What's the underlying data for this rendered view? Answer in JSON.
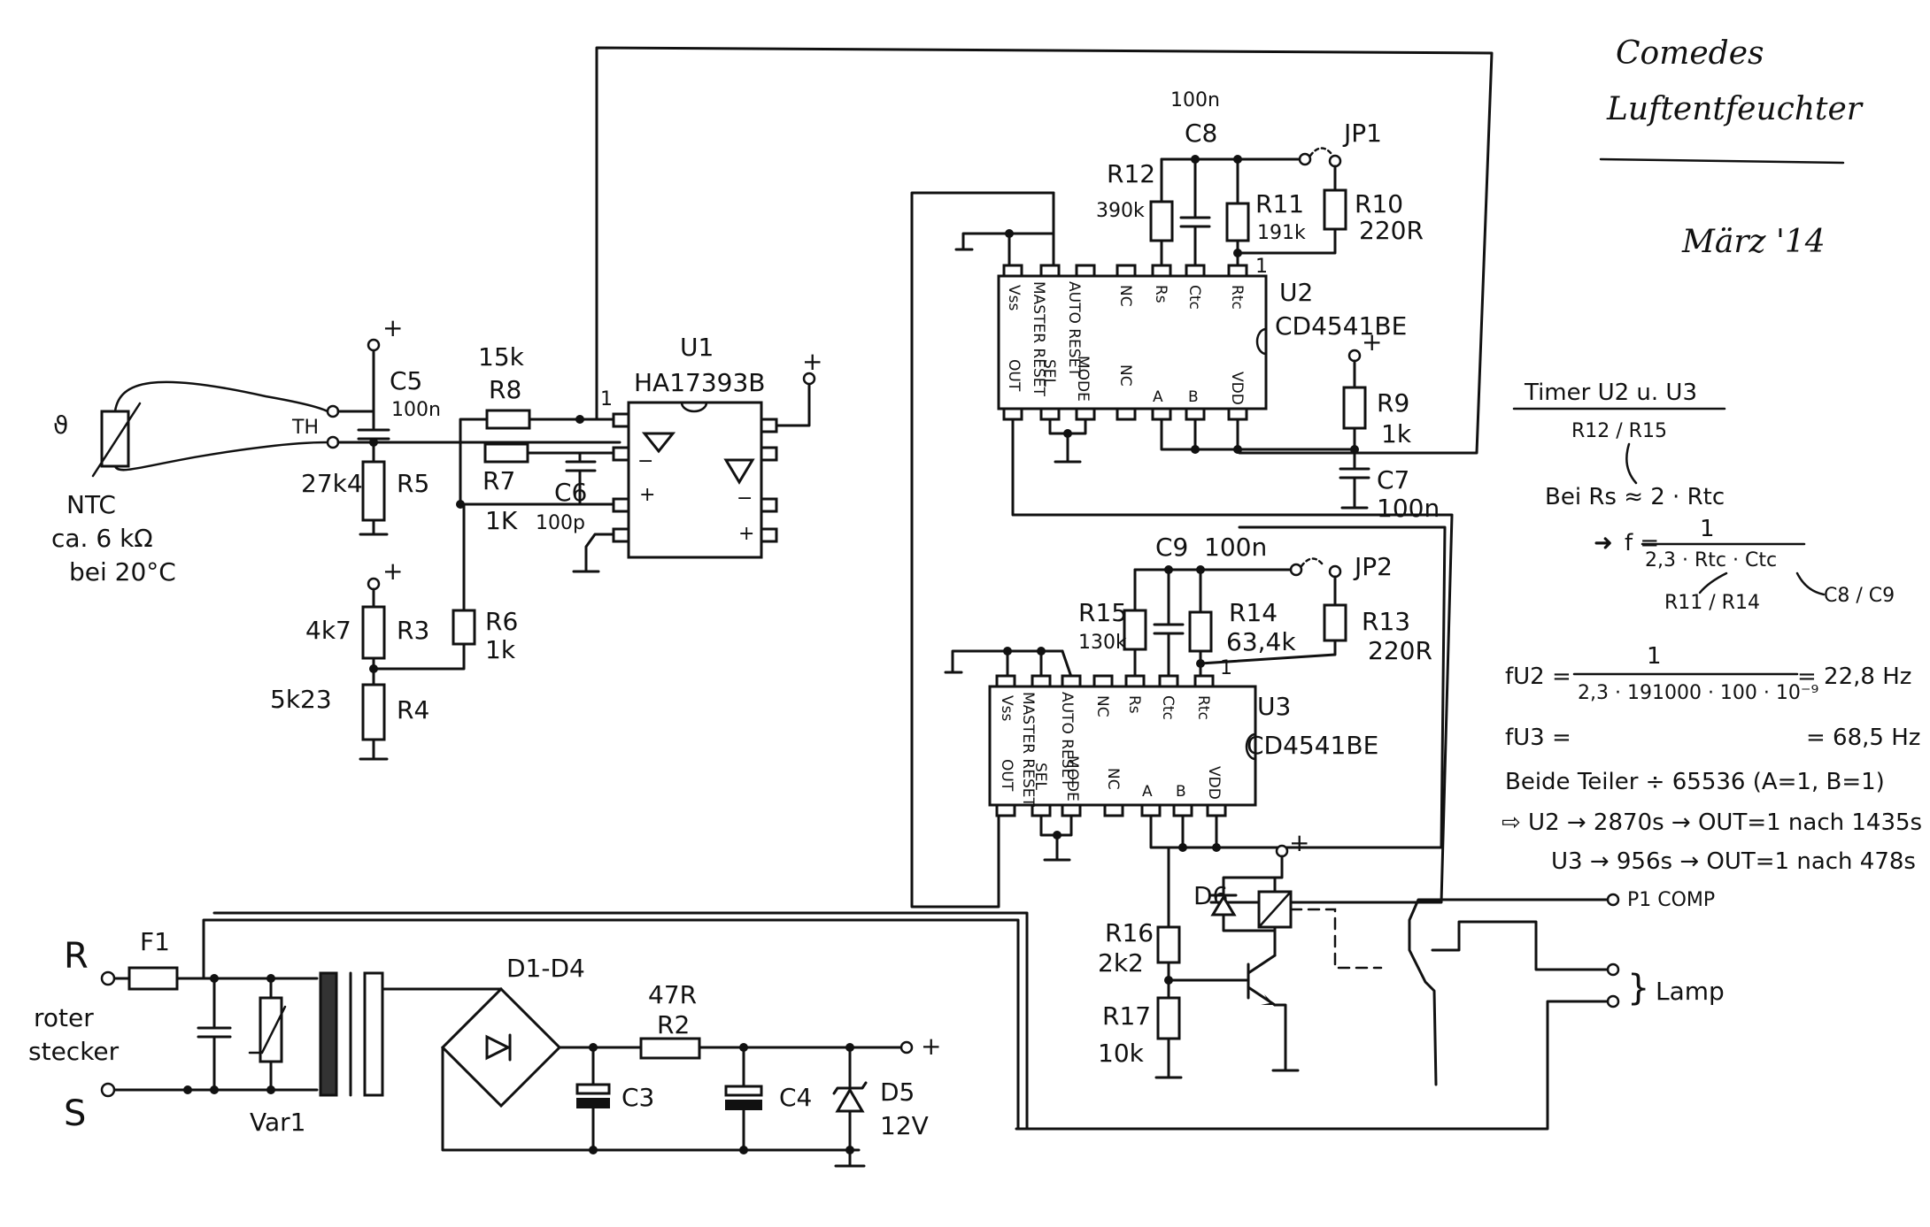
{
  "header": {
    "line1": "Comedes",
    "line2": "Luftentfeuchter",
    "date": "März '14"
  },
  "sensor": {
    "ntc_line1": "NTC",
    "ntc_line2": "ca. 6 kΩ",
    "ntc_line3": "bei 20°C",
    "th": "TH",
    "theta": "ϑ"
  },
  "components": {
    "c5": "C5",
    "c5_val": "100n",
    "r5": "R5",
    "r5_val": "27k4",
    "r8": "R8",
    "r8_val": "15k",
    "r7": "R7",
    "r7_val": "1K",
    "c6": "C6",
    "c6_val": "100p",
    "r3": "R3",
    "r3_val": "4k7",
    "r4": "R4",
    "r4_val": "5k23",
    "r6": "R6",
    "r6_val": "1k",
    "u1": "U1",
    "u1_part": "HA17393B",
    "c8": "C8",
    "c8_val": "100n",
    "jp1": "JP1",
    "r12": "R12",
    "r12_val": "390k",
    "r11": "R11",
    "r11_val": "191k",
    "r10": "R10",
    "r10_val": "220R",
    "u2": "U2",
    "u2_part": "CD4541BE",
    "r9": "R9",
    "r9_val": "1k",
    "c7": "C7",
    "c7_val": "100n",
    "c9": "C9",
    "c9_val": "100n",
    "jp2": "JP2",
    "r15": "R15",
    "r15_val": "130k",
    "r14": "R14",
    "r14_val": "63,4k",
    "r13": "R13",
    "r13_val": "220R",
    "u3": "U3",
    "u3_part": "CD4541BE",
    "d6": "D6",
    "r16": "R16",
    "r16_val": "2k2",
    "r17": "R17",
    "r17_val": "10k",
    "f1": "F1",
    "var1": "Var1",
    "d1d4": "D1-D4",
    "r2": "R2",
    "r2_val": "47R",
    "c3": "C3",
    "c4": "C4",
    "d5": "D5",
    "d5_val": "12V"
  },
  "ic_pins": {
    "top": [
      "Vss",
      "AUTO RESET",
      "MASTER RESET",
      "NC",
      "Rs",
      "Ctc",
      "Rtc"
    ],
    "bottom": [
      "OUT",
      "SEL",
      "MODE",
      "NC",
      "A",
      "B",
      "VDD"
    ],
    "pin1": "1"
  },
  "power": {
    "r": "R",
    "s": "S",
    "roter1": "roter",
    "roter2": "stecker",
    "plus": "+"
  },
  "outputs": {
    "p1": "P1 COMP",
    "lamp": "Lamp"
  },
  "notes": {
    "timer": "Timer U2 u. U3",
    "r12r15": "R12 / R15",
    "bei": "Bei   Rs ≈ 2 · Rtc",
    "f_label": "f =",
    "f_num": "1",
    "f_den": "2,3 · Rtc · Ctc",
    "r11r14": "R11 / R14",
    "c8c9": "C8 / C9",
    "fu2_label": "fU2 =",
    "fu2_den": "2,3 · 191000 · 100 · 10⁻⁹",
    "fu2_val": "= 22,8 Hz",
    "fu3_label": "fU3 =",
    "fu3_val": "= 68,5 Hz",
    "teiler": "Beide Teiler ÷ 65536 (A=1, B=1)",
    "u2_line": "⇨ U2 → 2870s → OUT=1 nach 1435s",
    "u3_line": "U3 → 956s → OUT=1 nach 478s"
  }
}
